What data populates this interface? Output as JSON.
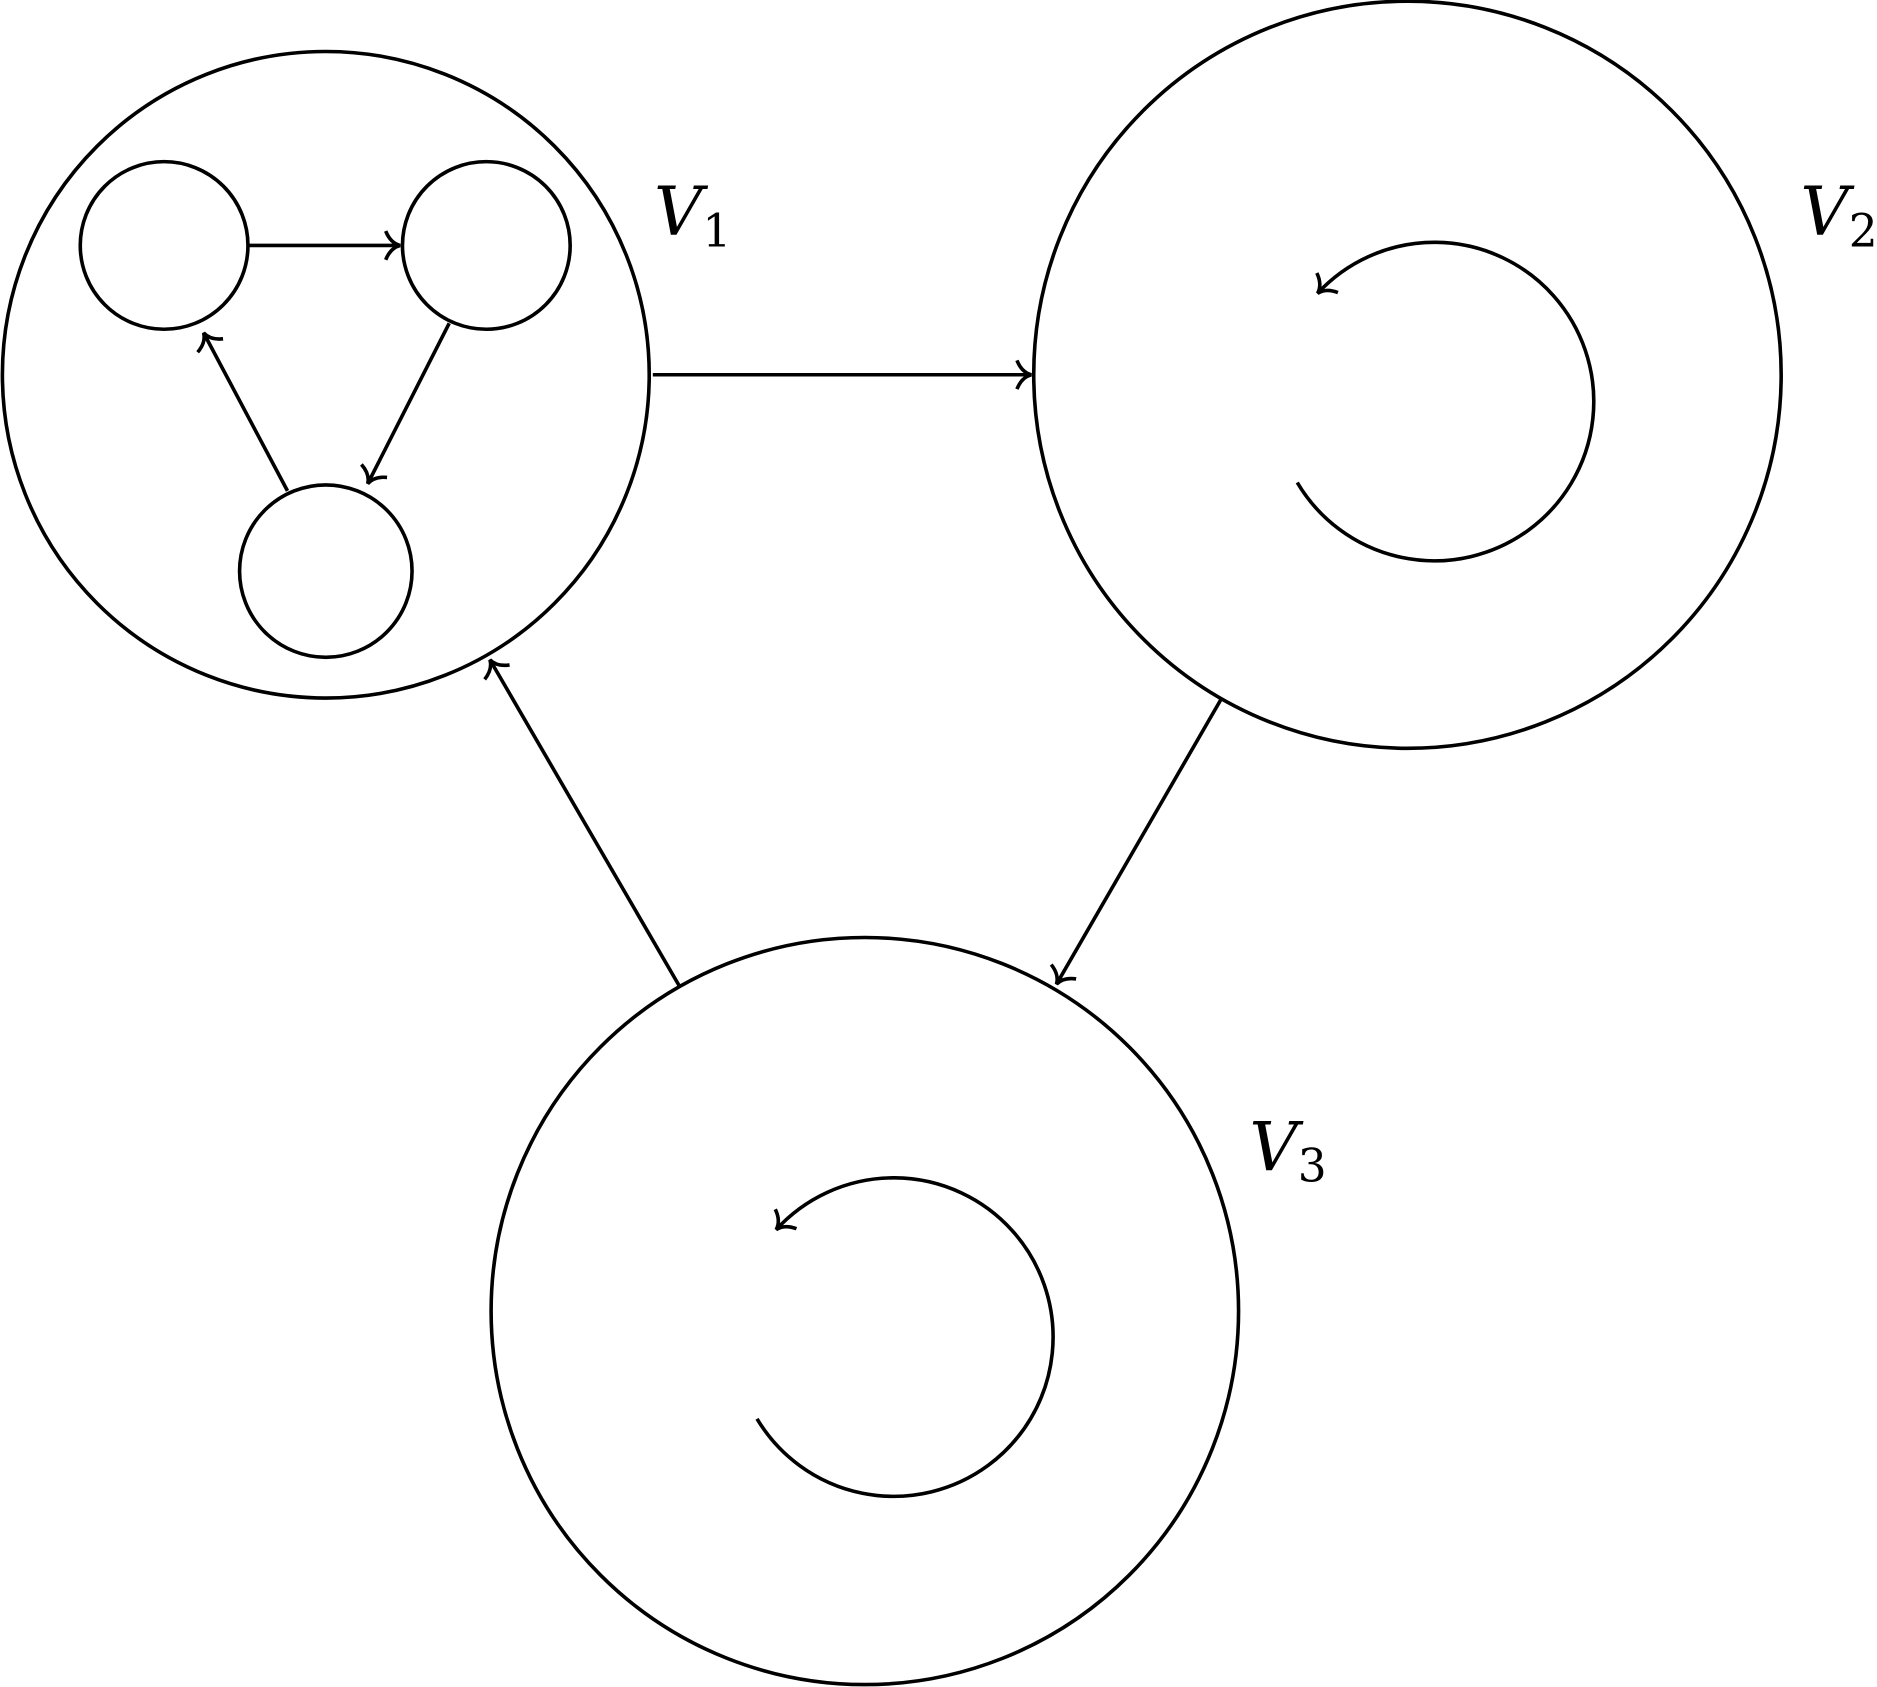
{
  "labels": {
    "v1": {
      "main": "V",
      "sub": "1"
    },
    "v2": {
      "main": "V",
      "sub": "2"
    },
    "v3": {
      "main": "V",
      "sub": "3"
    }
  },
  "edges": [
    {
      "from": "V1",
      "to": "V2"
    },
    {
      "from": "V2",
      "to": "V3"
    },
    {
      "from": "V3",
      "to": "V1"
    }
  ],
  "inner_graph_v1": {
    "nodes": 3,
    "edges": [
      [
        "a",
        "b"
      ],
      [
        "b",
        "c"
      ],
      [
        "c",
        "a"
      ]
    ]
  },
  "self_loops": [
    "V2",
    "V3"
  ],
  "colors": {
    "stroke": "#000000",
    "background": "#ffffff"
  }
}
